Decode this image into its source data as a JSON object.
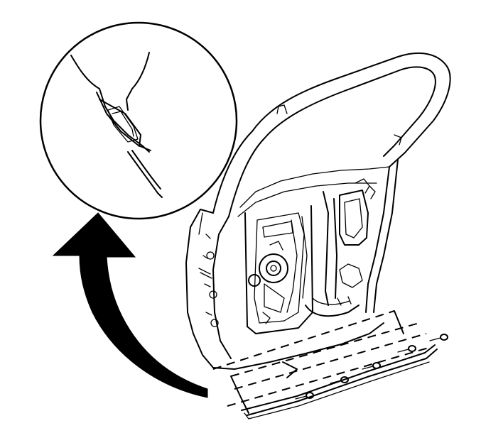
{
  "diagram": {
    "elements": [
      {
        "kind": "detail-view",
        "depicts": "clip-detail"
      },
      {
        "kind": "arrow",
        "depicts": "curved-arrow-icon"
      },
      {
        "kind": "part",
        "depicts": "rear-door-frame"
      },
      {
        "kind": "part",
        "depicts": "window-regulator"
      },
      {
        "kind": "part",
        "depicts": "door-sill-molding"
      },
      {
        "kind": "part",
        "depicts": "fastener-screws"
      }
    ],
    "colors": {
      "line": "#000000",
      "background": "#ffffff"
    }
  }
}
